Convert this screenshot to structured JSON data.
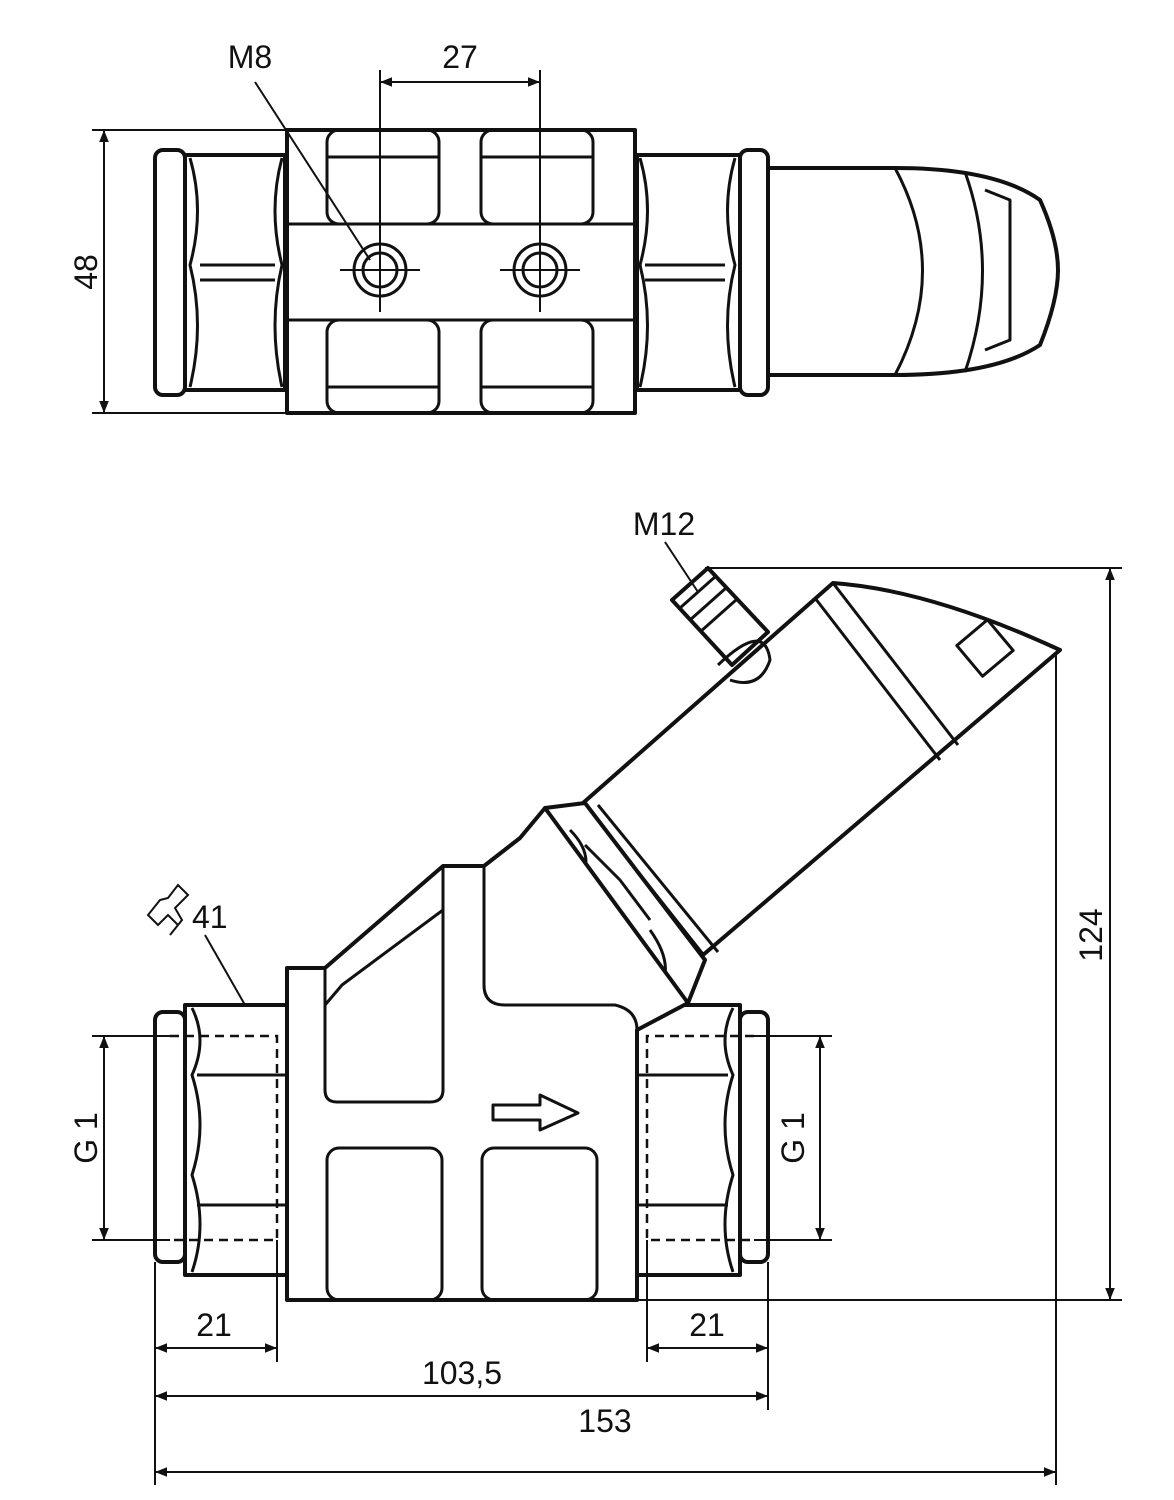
{
  "top_view": {
    "thread_label": "M8",
    "hole_spacing": "27",
    "height": "48"
  },
  "side_view": {
    "connector_label": "M12",
    "wrench_size": "41",
    "height": "124",
    "thread_left": "G 1",
    "thread_right": "G 1",
    "depth_left": "21",
    "depth_right": "21",
    "length_inner": "103,5",
    "length_total": "153"
  }
}
